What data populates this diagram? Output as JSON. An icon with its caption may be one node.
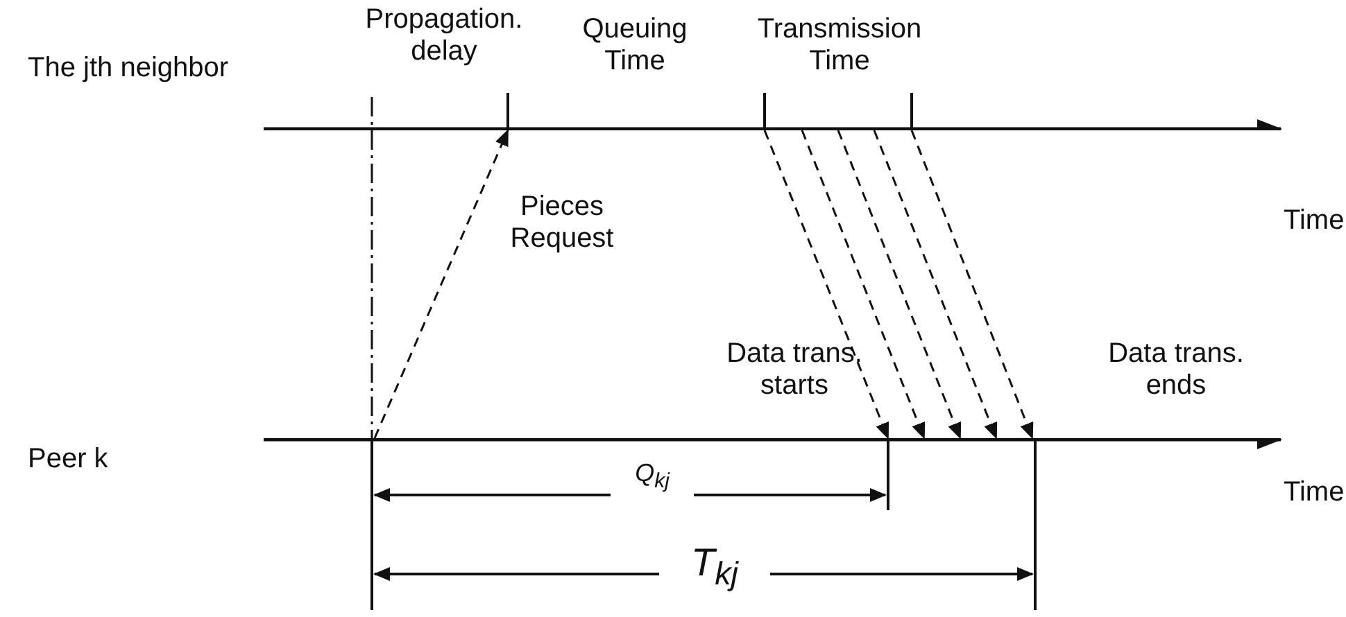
{
  "diagram": {
    "nodes": [
      {
        "text": [
          "The jth neighbor"
        ]
      },
      {
        "text": [
          "Peer k"
        ]
      }
    ],
    "edges": [
      {
        "from": 1,
        "to": 0,
        "arrow": "to",
        "label": "Pieces Request",
        "style": "dashed"
      },
      {
        "from": 0,
        "to": 1,
        "arrow": "to",
        "style": "dashed"
      },
      {
        "from": 0,
        "to": 1,
        "arrow": "to",
        "style": "dashed"
      },
      {
        "from": 0,
        "to": 1,
        "arrow": "to",
        "style": "dashed"
      },
      {
        "from": 0,
        "to": 1,
        "arrow": "to",
        "style": "dashed"
      },
      {
        "from": 0,
        "to": 1,
        "arrow": "to",
        "style": "dashed"
      }
    ],
    "labels": [
      "Propagation. delay",
      "Queuing Time",
      "Transmission Time",
      "Time",
      "Data trans. starts",
      "Data trans. ends",
      "Time",
      "Q$_{kj}$",
      "T$_{kj}$"
    ]
  }
}
